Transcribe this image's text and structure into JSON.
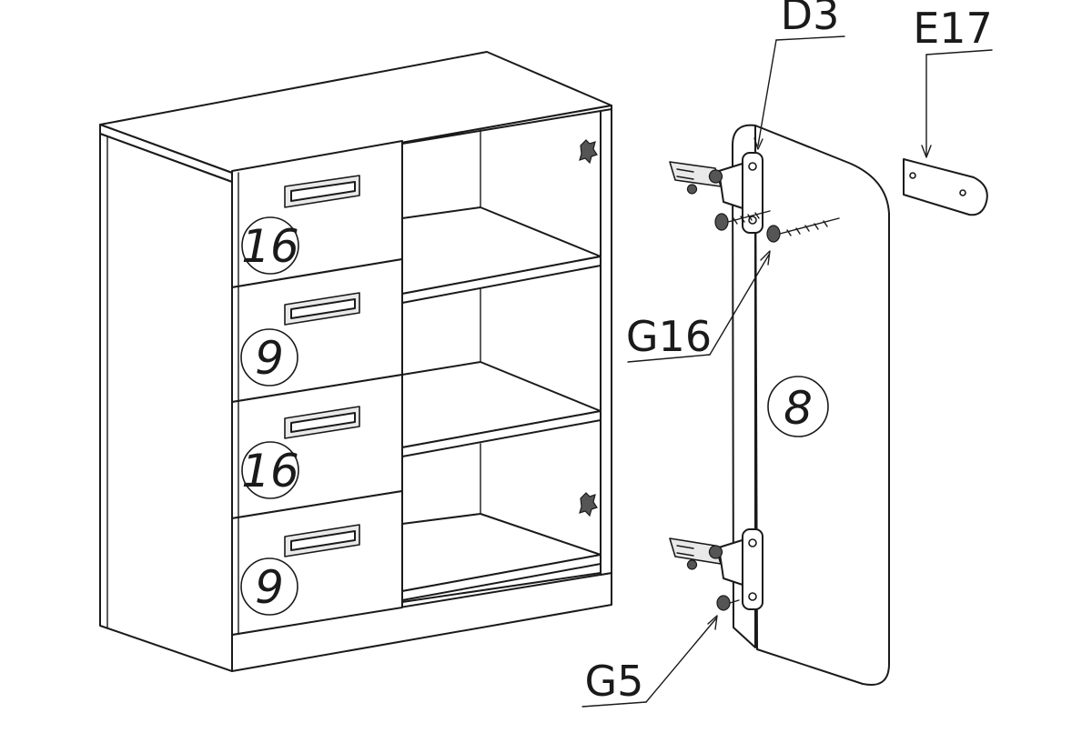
{
  "labels": {
    "hinge_top": "D3",
    "connector": "E17",
    "screw_long": "G16",
    "screw_short": "G5"
  },
  "parts": {
    "drawer_1": "16",
    "drawer_2": "9",
    "drawer_3": "16",
    "drawer_4": "9",
    "door": "8"
  }
}
